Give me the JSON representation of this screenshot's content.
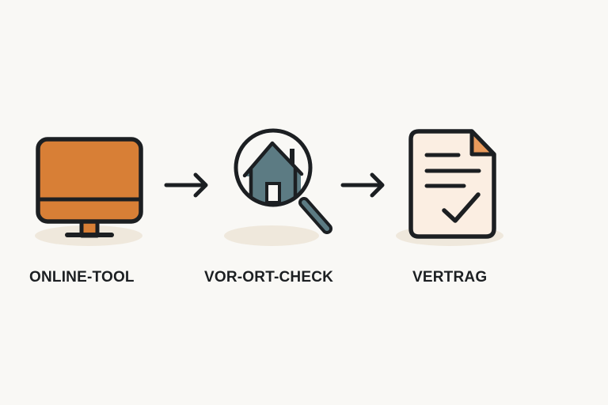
{
  "diagram": {
    "type": "process-flow",
    "direction": "left-to-right",
    "steps": [
      {
        "id": "step-1",
        "label": "ONLINE-TOOL",
        "icon": "monitor-icon",
        "icon_color": "#d87f36"
      },
      {
        "id": "step-2",
        "label": "VOR-ORT-CHECK",
        "icon": "house-magnifier-icon",
        "icon_color": "#5c7b83"
      },
      {
        "id": "step-3",
        "label": "VERTRAG",
        "icon": "contract-document-check-icon",
        "icon_color": "#fbeee2",
        "accent_color": "#e89a5c"
      }
    ],
    "connectors": [
      {
        "from": "step-1",
        "to": "step-2",
        "icon": "arrow-right-icon"
      },
      {
        "from": "step-2",
        "to": "step-3",
        "icon": "arrow-right-icon"
      }
    ]
  },
  "colors": {
    "background": "#f9f8f5",
    "outline": "#1c1f22",
    "shadow": "#efe8dc",
    "monitor_fill": "#d87f36",
    "house_fill": "#5c7b83",
    "document_fill": "#fbeee2",
    "fold_fill": "#e89a5c"
  }
}
